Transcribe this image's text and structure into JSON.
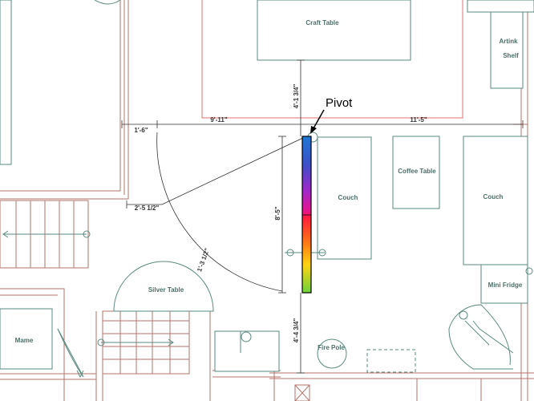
{
  "labels": {
    "craft_table": "Craft Table",
    "artink_line1": "Artink",
    "artink_line2": "Shelf",
    "coffee_table": "Coffee Table",
    "couch_left": "Couch",
    "couch_right": "Couch",
    "mini_fridge": "Mini Fridge",
    "silver_table": "Silver Table",
    "mame": "Mame",
    "fire_pole": "Fire Pole",
    "pivot": "Pivot"
  },
  "dimensions": {
    "top_vertical": "4'-1 3/4\"",
    "width_9_11": "9'-11\"",
    "width_1_6": "1'-6\"",
    "width_11_5": "11'-5\"",
    "arc_2_5_half": "2'-5 1/2\"",
    "panel_length": "8'-5\"",
    "arc_1_3_half": "1'-3 1/2\"",
    "bottom_vertical": "4'-4 3/4\""
  },
  "colors": {
    "wall": "#b5716a",
    "wall_red": "#e0706c",
    "furniture": "#5a8a80",
    "dimension": "#333333",
    "panel_gradient": [
      "#1e6ec8",
      "#5a3cc8",
      "#c81eb4",
      "#ff1e50",
      "#ff7814",
      "#ffdc14",
      "#78d228"
    ]
  }
}
